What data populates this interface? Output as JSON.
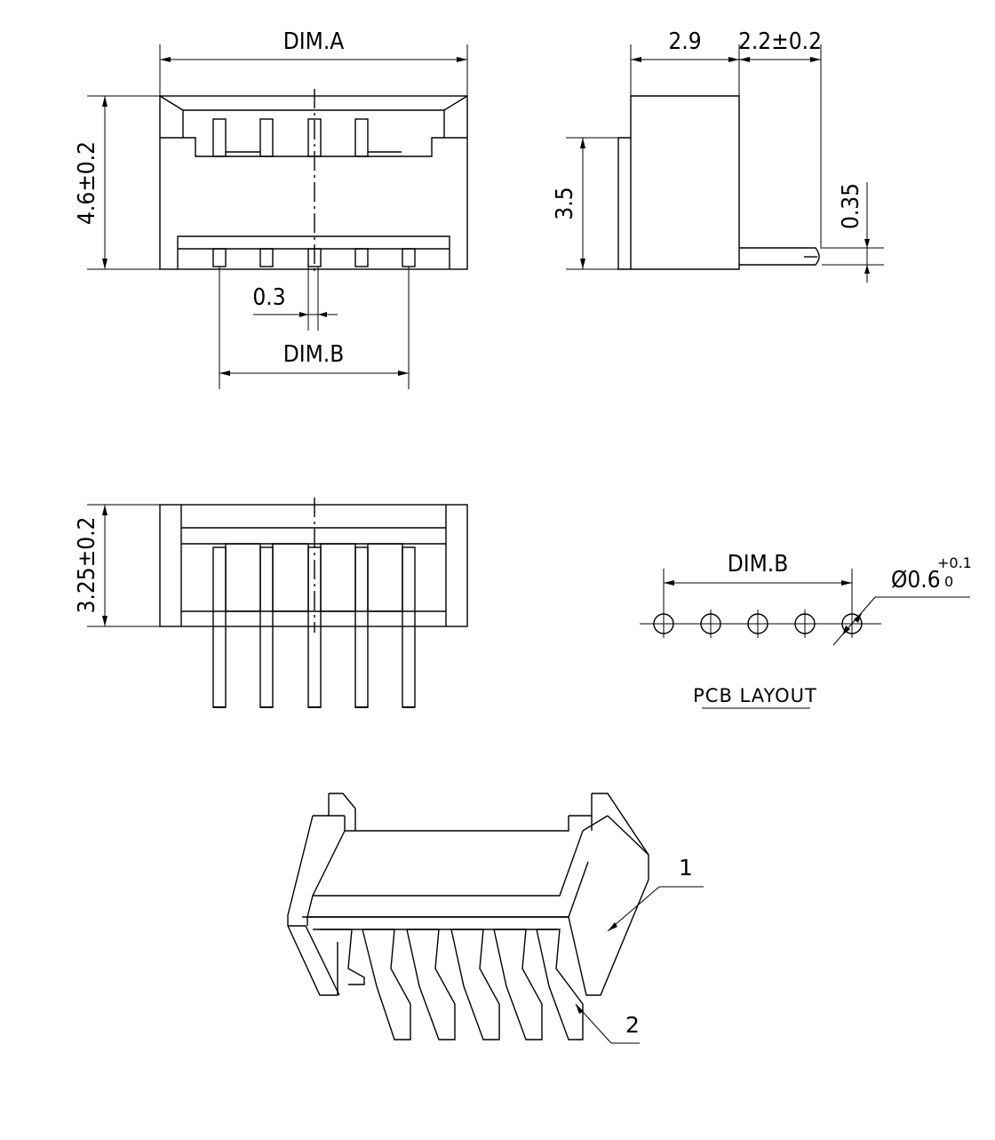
{
  "front_view": {
    "dim_a": "DIM.A",
    "height": "4.6±0.2",
    "pin_width": "0.3",
    "dim_b": "DIM.B"
  },
  "side_view": {
    "depth_top": "2.9",
    "pin_projection": "2.2±0.2",
    "body_height": "3.5",
    "pin_thickness": "0.35"
  },
  "bottom_view": {
    "height": "3.25±0.2"
  },
  "pcb_layout": {
    "dim_b": "DIM.B",
    "hole_prefix": "Ø0.6",
    "tol_upper": "+0.1",
    "tol_lower": "0",
    "title": "PCB LAYOUT"
  },
  "callouts": {
    "housing": "1",
    "terminal": "2"
  }
}
